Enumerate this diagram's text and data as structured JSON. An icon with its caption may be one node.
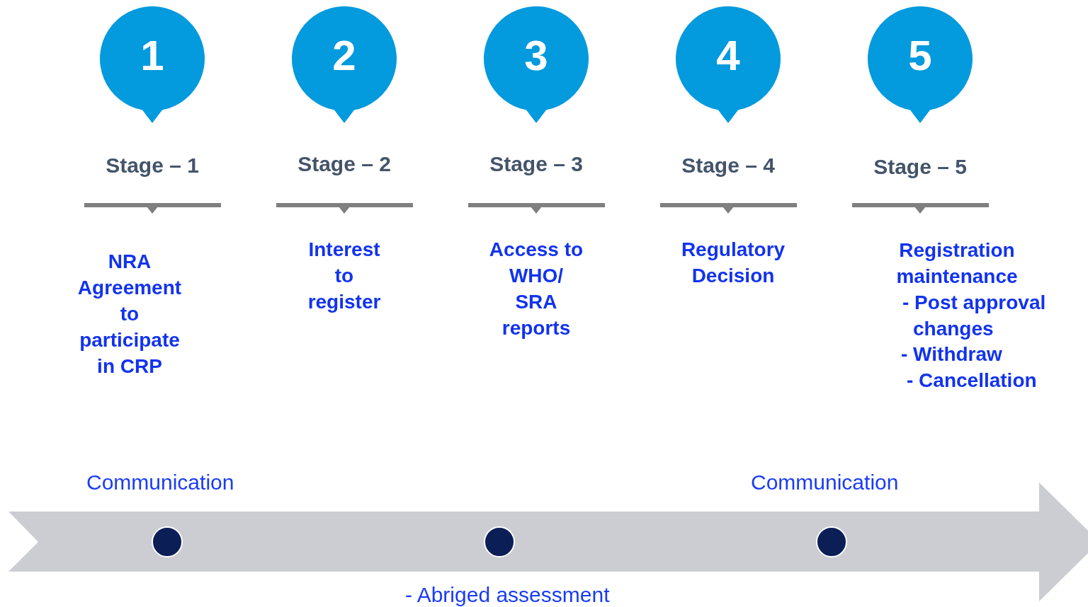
{
  "diagram": {
    "nodes": [
      {
        "text": [
          "1"
        ],
        "beside": [
          "Stage – 1"
        ]
      },
      {
        "text": [
          "2"
        ],
        "beside": [
          "Stage – 2"
        ]
      },
      {
        "text": [
          "3"
        ],
        "beside": [
          "Stage – 3"
        ]
      },
      {
        "text": [
          "4"
        ],
        "beside": [
          "Stage – 4"
        ]
      },
      {
        "text": [
          "5"
        ],
        "beside": [
          "Stage – 5"
        ]
      },
      {
        "text": [],
        "shape": "circle",
        "beside": [
          "Communication"
        ]
      },
      {
        "text": [],
        "shape": "circle",
        "beside": [
          "- Abriged assessment"
        ]
      },
      {
        "text": [],
        "shape": "circle",
        "beside": [
          "Communication"
        ]
      }
    ],
    "labels": [
      "NRA Agreement to participate in CRP",
      "Interest to register",
      "Access to WHO/ SRA reports",
      "Regulatory Decision",
      "Registration maintenance",
      "- Post approval changes",
      "- Withdraw",
      "- Cancellation"
    ]
  }
}
